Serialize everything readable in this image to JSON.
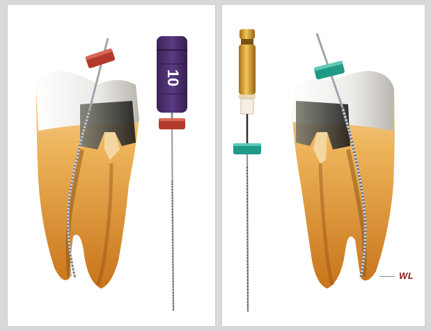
{
  "file_handle_number": "10",
  "working_length_label": "WL",
  "colors": {
    "crown_enamel": "#f4f2ee",
    "dentin": "#e8a23a",
    "root_tip": "#c8741a",
    "pulp_dark": "#2a2a2a",
    "stopper_red": "#b33a2a",
    "stopper_teal": "#1e9a86",
    "handle_purple": "#4a2e6e",
    "handle_gold": "#d7a13a"
  },
  "icons": [
    "tooth-cross-section",
    "k-file-instrument",
    "rotary-file-instrument",
    "rubber-stopper"
  ]
}
